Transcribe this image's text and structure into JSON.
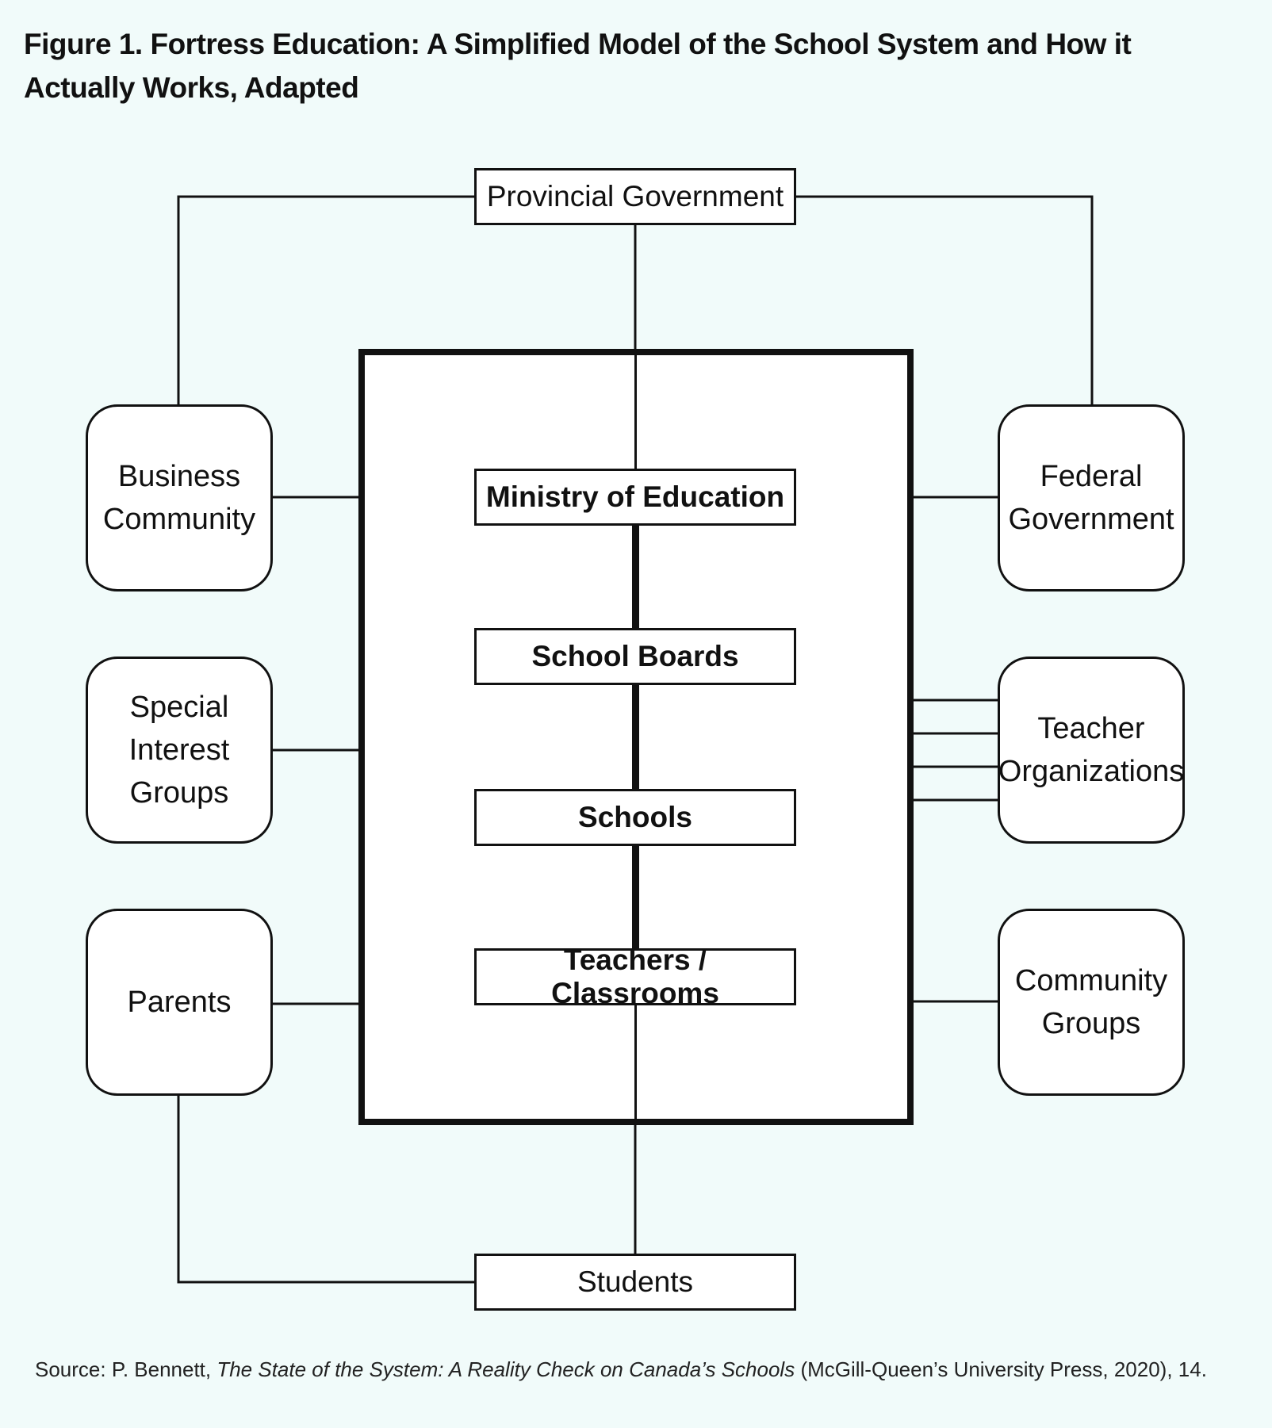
{
  "title": "Figure 1. Fortress Education: A Simplified Model of the School System and How it Actually Works, Adapted",
  "top_node": "Provincial Government",
  "bottom_node": "Students",
  "center_nodes": [
    "Ministry of Education",
    "School Boards",
    "Schools",
    "Teachers / Classrooms"
  ],
  "left_nodes": [
    [
      "Business",
      "Community"
    ],
    [
      "Special",
      "Interest",
      "Groups"
    ],
    [
      "Parents"
    ]
  ],
  "right_nodes": [
    [
      "Federal",
      "Government"
    ],
    [
      "Teacher",
      "Organizations"
    ],
    [
      "Community",
      "Groups"
    ]
  ],
  "source": {
    "prefix": "Source: P. Bennett, ",
    "work": "The State of the System: A Reality Check on Canada’s Schools",
    "suffix": " (McGill-Queen’s University Press, 2020), 14."
  }
}
